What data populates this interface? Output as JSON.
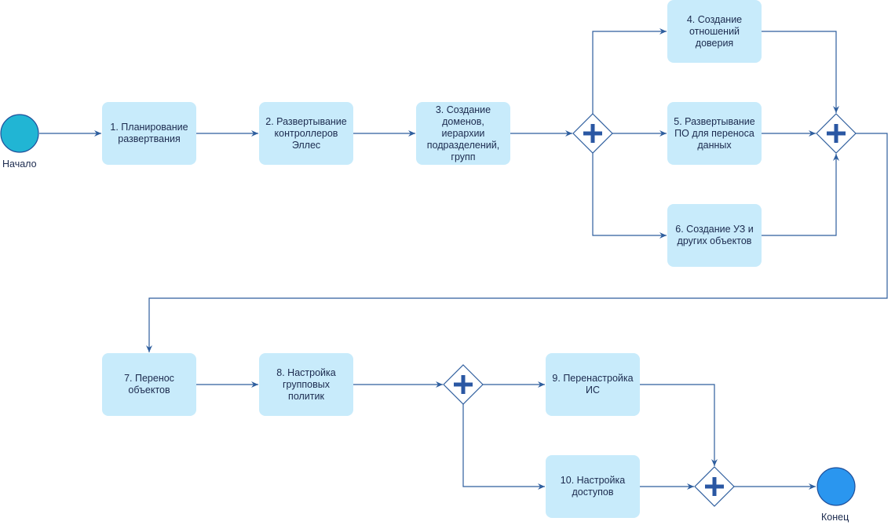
{
  "events": {
    "start": {
      "label": "Начало",
      "color": "#21b5d4",
      "stroke": "#1f4f9a"
    },
    "end": {
      "label": "Конец",
      "color": "#2a96ef",
      "stroke": "#1f4f9a"
    }
  },
  "tasks": {
    "t1": "1. Планирование\nразвертвания",
    "t2": "2. Развертывание\nконтроллеров\nЭллес",
    "t3": "3. Создание\nдоменов,\nиерархии\nподразделений,\nгрупп",
    "t4": "4. Создание\nотношений\nдоверия",
    "t5": "5. Развертывание\nПО для переноса\nданных",
    "t6": "6. Создание УЗ и\nдругих объектов",
    "t7": "7. Перенос\nобъектов",
    "t8": "8. Настройка\nгрупповых\nполитик",
    "t9": "9. Перенастройка\nИС",
    "t10": "10. Настройка\nдоступов"
  },
  "gateway": {
    "type": "parallel",
    "symbol": "plus"
  },
  "colors": {
    "task_fill": "#c8ebfb",
    "connector": "#2e5e9e",
    "gateway_plus": "#2a57a3"
  }
}
